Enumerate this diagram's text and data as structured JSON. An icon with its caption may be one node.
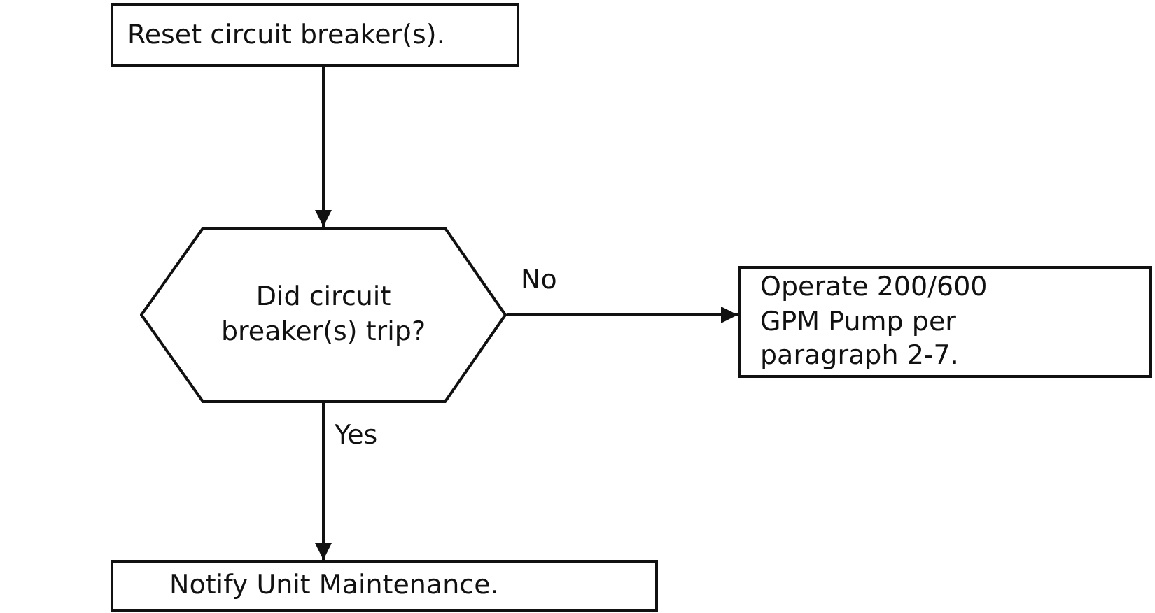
{
  "diagram": {
    "nodes": [
      {
        "text": [
          "Reset circuit breaker(s)."
        ]
      },
      {
        "text": [
          "Did circuit breaker(s) trip?"
        ]
      },
      {
        "text": [
          "Operate 200/600 GPM Pump per paragraph 2-7."
        ]
      },
      {
        "text": [
          "Notify Unit Maintenance."
        ]
      }
    ],
    "edges": [
      {
        "from": 0,
        "to": 1,
        "arrow": "to"
      },
      {
        "from": 1,
        "to": 2,
        "arrow": "to",
        "label": "No"
      },
      {
        "from": 1,
        "to": 3,
        "arrow": "to",
        "label": "Yes"
      }
    ]
  }
}
